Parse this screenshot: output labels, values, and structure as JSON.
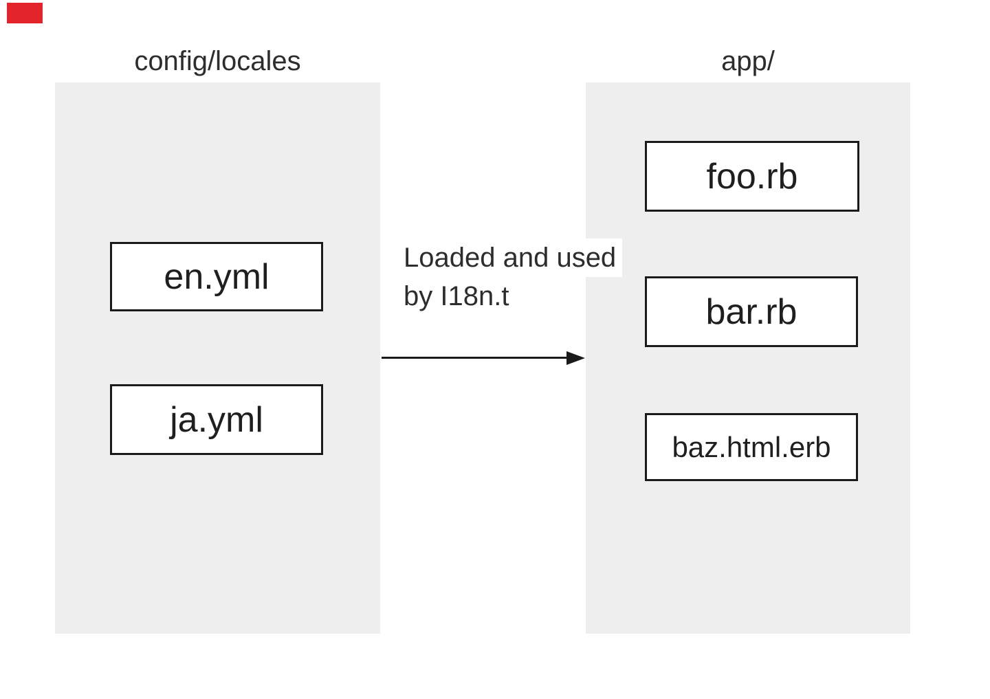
{
  "diagram": {
    "marker_color": "#e3242b",
    "panels": {
      "locales": {
        "title": "config/locales",
        "files": [
          {
            "label": "en.yml"
          },
          {
            "label": "ja.yml"
          }
        ]
      },
      "app": {
        "title": "app/",
        "files": [
          {
            "label": "foo.rb"
          },
          {
            "label": "bar.rb"
          },
          {
            "label": "baz.html.erb"
          }
        ]
      }
    },
    "arrow": {
      "label_line1": "Loaded and used",
      "label_line2": "by I18n.t"
    },
    "colors": {
      "canvas_bg": "#ffffff",
      "panel_bg": "#eeeeee",
      "box_bg": "#ffffff",
      "box_border": "#1a1a1a",
      "text": "#2d2d2d"
    }
  }
}
